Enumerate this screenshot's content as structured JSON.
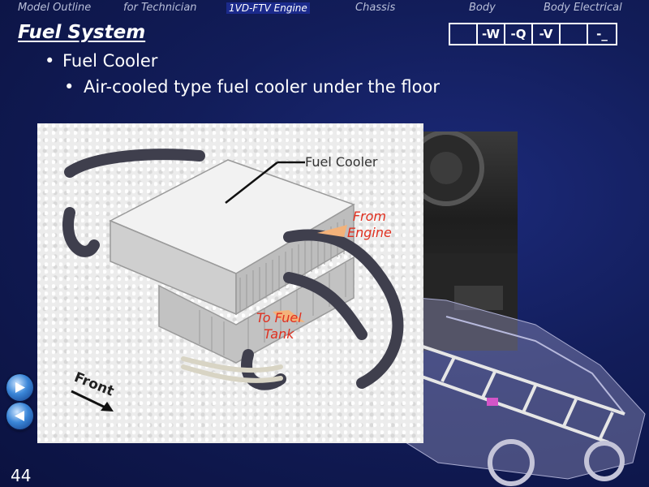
{
  "nav": {
    "items": [
      "Model Outline",
      "for Technician",
      "1VD-FTV Engine",
      "Chassis",
      "Body",
      "Body Electrical"
    ],
    "active_index": 2
  },
  "page": {
    "title": "Fuel System",
    "codes": [
      "",
      "-W",
      "-Q",
      "-V",
      "",
      "-_"
    ],
    "page_number": "44"
  },
  "bullets": {
    "level1": "Fuel Cooler",
    "level2": "Air-cooled type fuel cooler under the floor"
  },
  "figure": {
    "label_cooler": "Fuel Cooler",
    "label_from_1": "From",
    "label_from_2": "Engine",
    "label_tank_1": "To Fuel",
    "label_tank_2": "Tank",
    "label_front": "Front"
  },
  "colors": {
    "background": "#121d5a",
    "label_red": "#e03020",
    "active_nav": "#1b2a8c"
  },
  "icons": {
    "prev": "triangle-left-icon",
    "next": "triangle-right-icon"
  }
}
